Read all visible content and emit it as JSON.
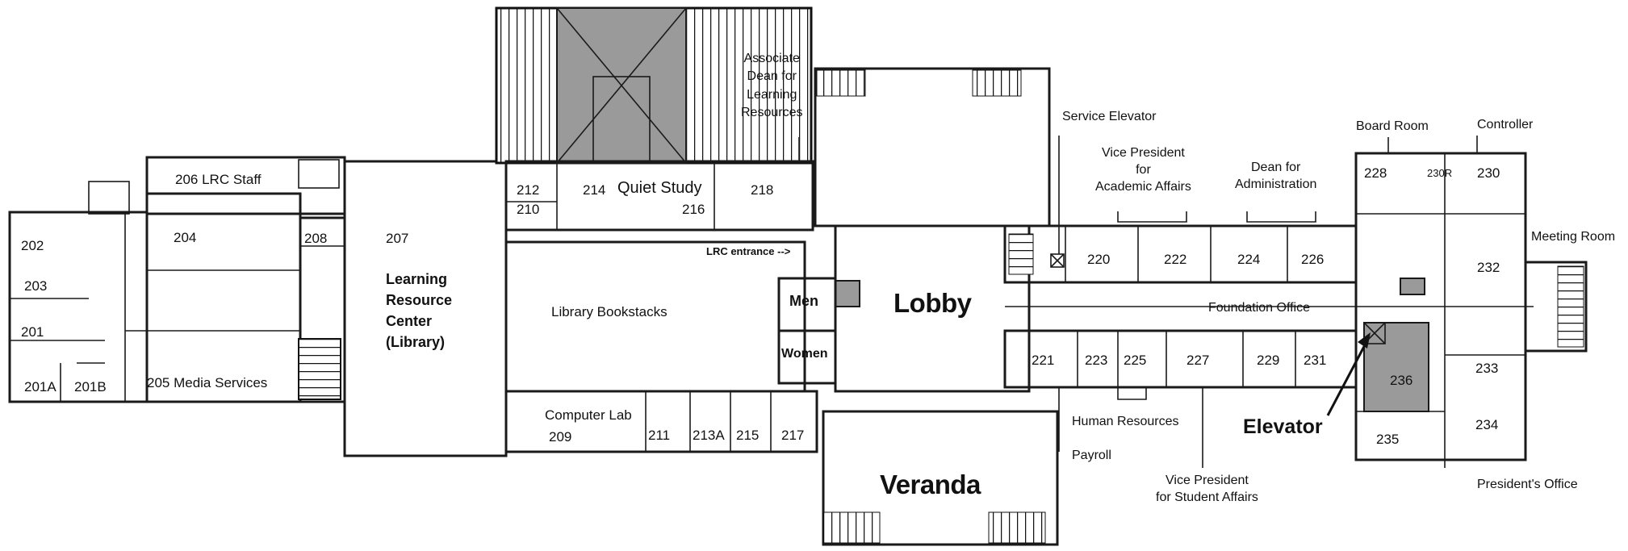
{
  "title": "",
  "landmarks": {
    "lobby": "Lobby",
    "veranda": "Veranda",
    "elevator": "Elevator"
  },
  "rooms": {
    "r201": "201",
    "r201a": "201A",
    "r201b": "201B",
    "r202": "202",
    "r203": "203",
    "r204": "204",
    "r205": "205 Media Services",
    "r206": "206  LRC Staff",
    "r207": "207",
    "r207_name": [
      "Learning",
      "Resource",
      "Center",
      "(Library)"
    ],
    "r208": "208",
    "r209": "209",
    "r209_name": "Computer Lab",
    "r210": "210",
    "r211": "211",
    "r212": "212",
    "r213a": "213A",
    "r214": "214",
    "r214_name": "Quiet Study",
    "r215": "215",
    "r216": "216",
    "r217": "217",
    "r218": "218",
    "r220": "220",
    "r221": "221",
    "r222": "222",
    "r223": "223",
    "r224": "224",
    "r225": "225",
    "r226": "226",
    "r227": "227",
    "r228": "228",
    "r229": "229",
    "r230": "230",
    "r230r": "230R",
    "r231": "231",
    "r232": "232",
    "r233": "233",
    "r234": "234",
    "r235": "235",
    "r236": "236"
  },
  "labels": {
    "library_bookstacks": "Library Bookstacks",
    "lrc_entrance": "LRC entrance -->",
    "men": "Men",
    "women": "Women",
    "assoc_dean": [
      "Associate",
      "Dean for",
      "Learning",
      "Resources"
    ],
    "service_elevator": "Service Elevator",
    "vp_academic": [
      "Vice President",
      "for",
      "Academic Affairs"
    ],
    "dean_admin": [
      "Dean for",
      "Administration"
    ],
    "board_room": "Board Room",
    "controller": "Controller",
    "meeting_room": "Meeting Room",
    "foundation_office": "Foundation Office",
    "human_resources": "Human Resources",
    "payroll": "Payroll",
    "vp_student": [
      "Vice President",
      "for Student Affairs"
    ],
    "presidents_office": "President's Office"
  }
}
